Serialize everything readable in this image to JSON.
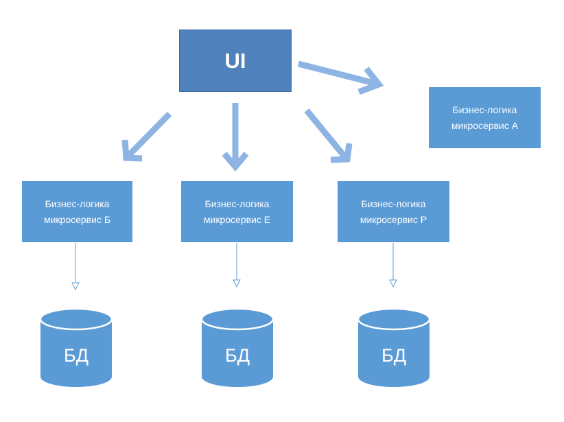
{
  "diagram": {
    "ui_label": "UI",
    "services": {
      "a": {
        "line1": "Бизнес-логика",
        "line2": "микросервис А"
      },
      "b": {
        "line1": "Бизнес-логика",
        "line2": "микросервис Б"
      },
      "e": {
        "line1": "Бизнес-логика",
        "line2": "микросервис Е"
      },
      "r": {
        "line1": "Бизнес-логика",
        "line2": "микросервис Р"
      }
    },
    "databases": {
      "b": "БД",
      "e": "БД",
      "r": "БД"
    },
    "colors": {
      "ui_fill": "#4f81bd",
      "service_fill": "#5b9bd5",
      "database_fill": "#5b9bd5",
      "thick_arrow": "#8eb4e3",
      "thin_connector": "#5b9bd5"
    }
  }
}
